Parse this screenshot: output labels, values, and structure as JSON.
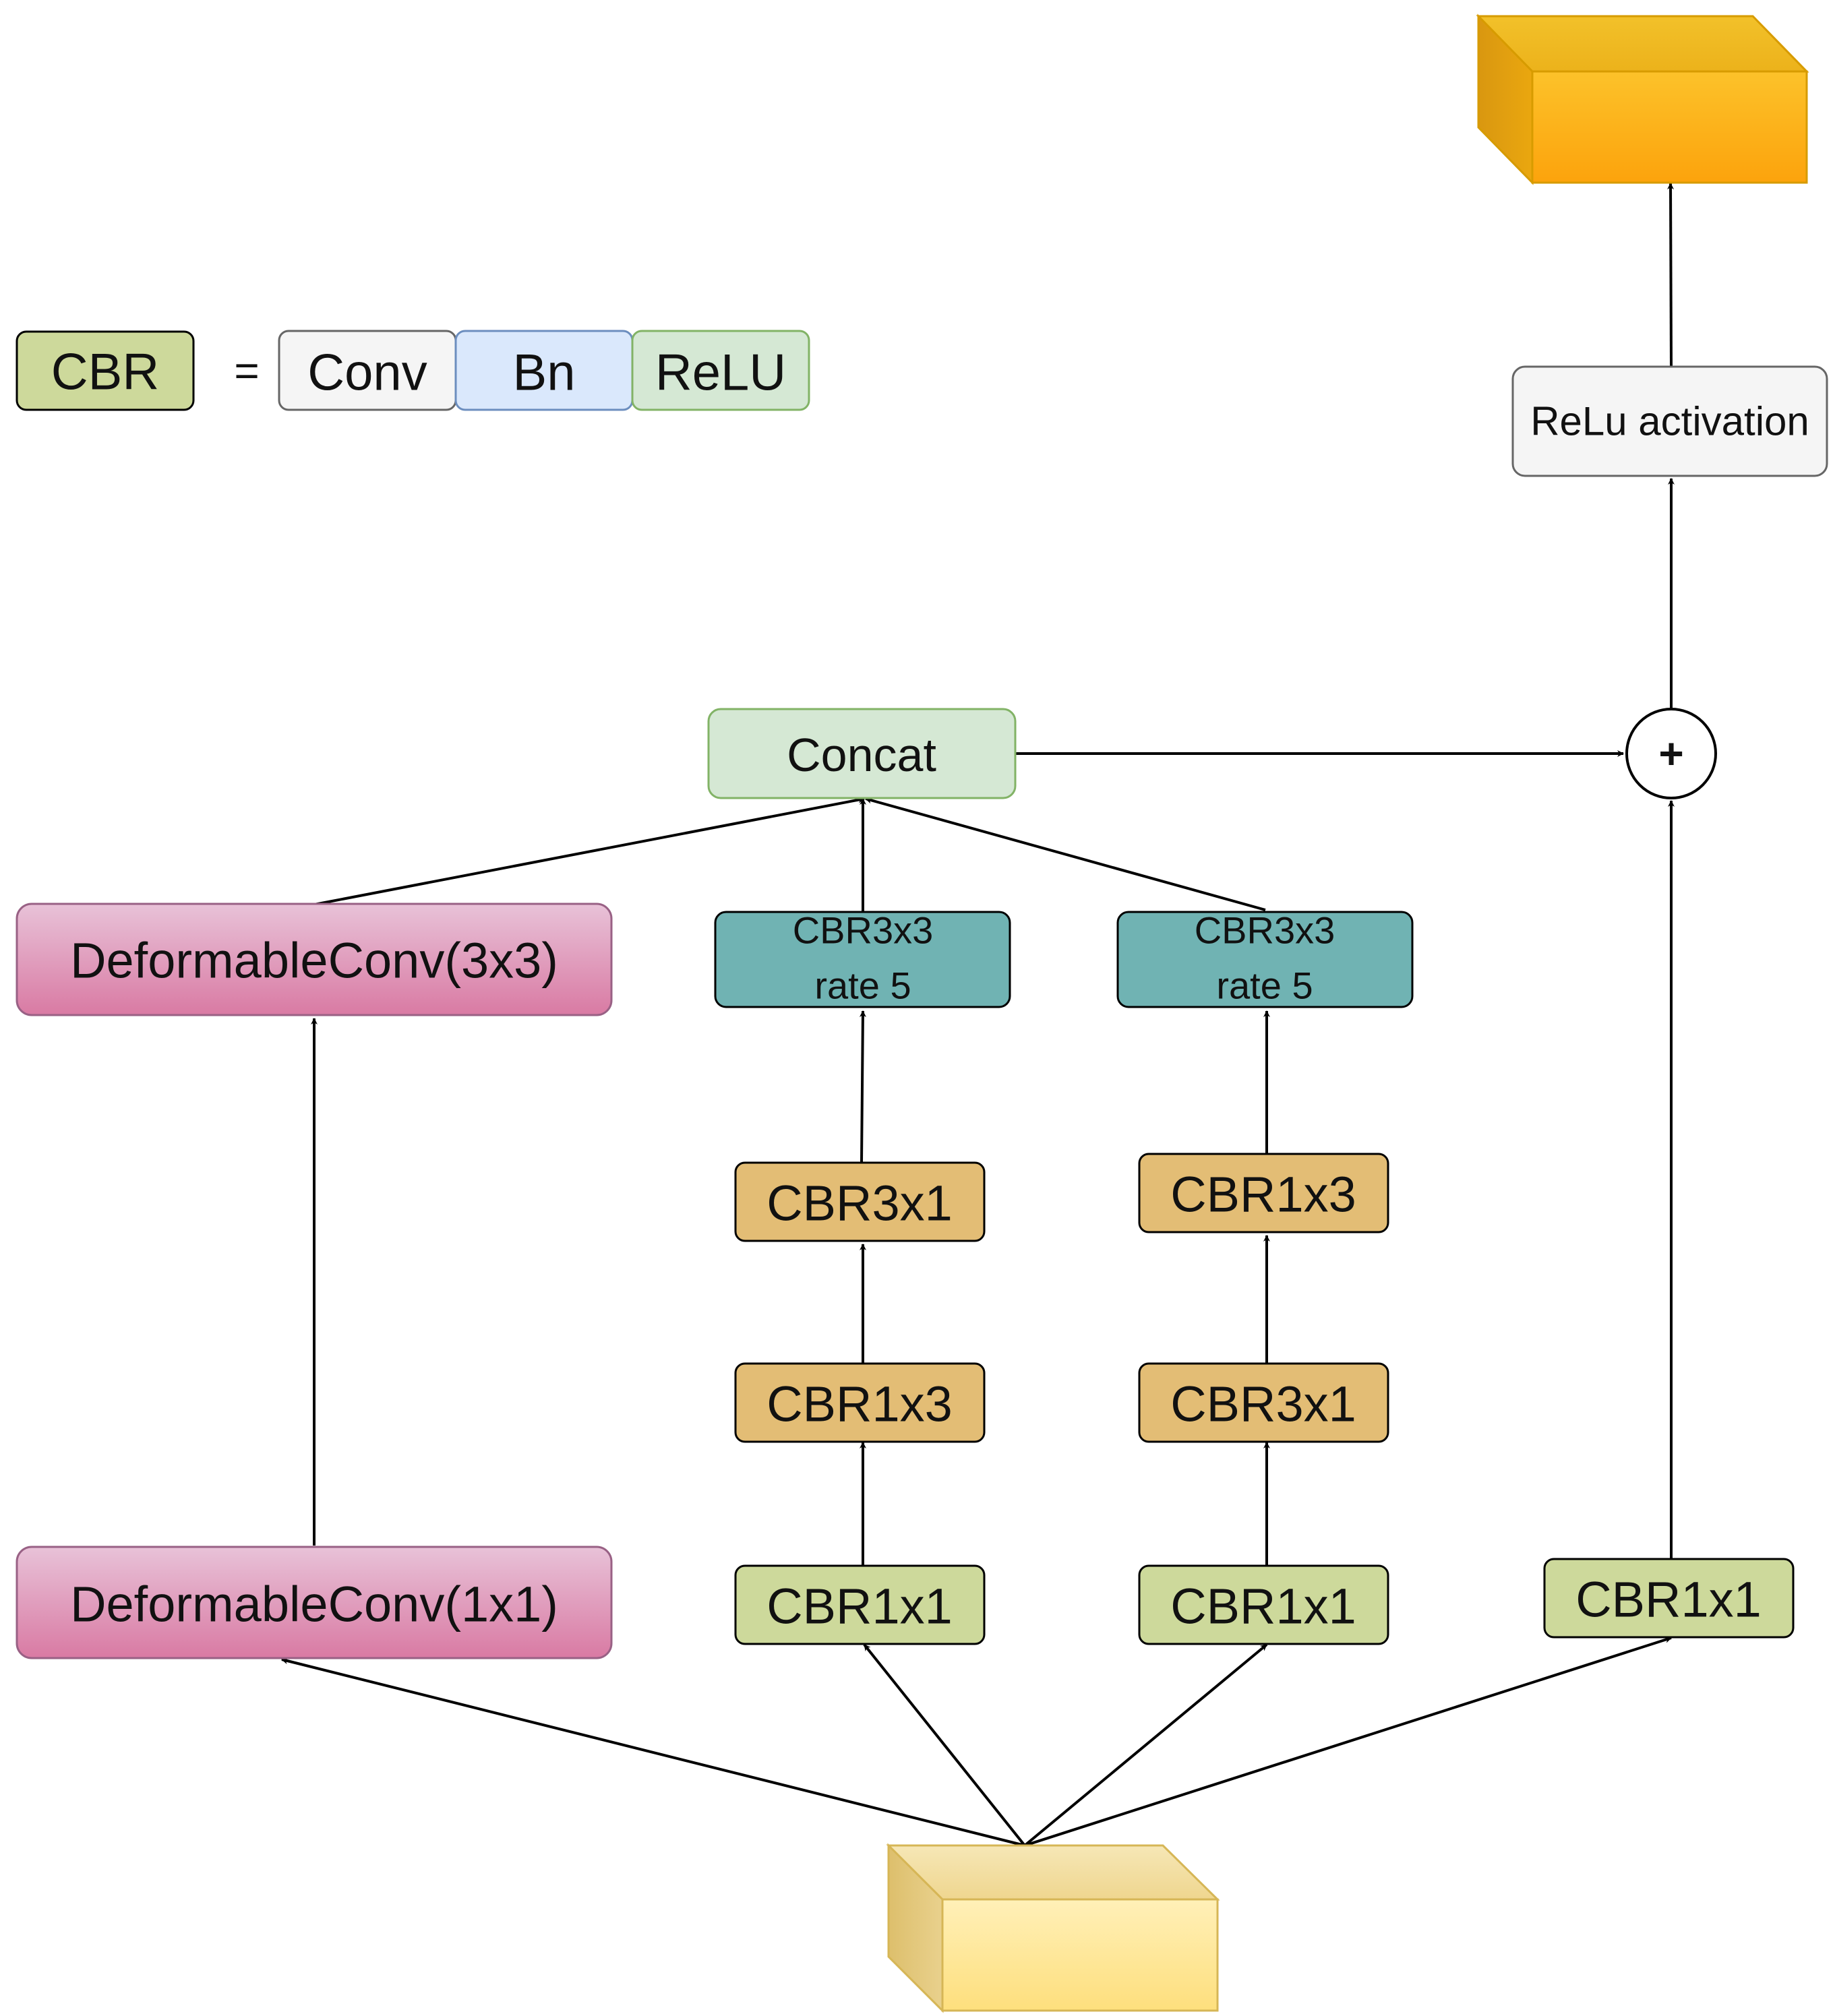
{
  "legend": {
    "cbr": "CBR",
    "equals": "=",
    "conv": "Conv",
    "bn": "Bn",
    "relu": "ReLU"
  },
  "nodes": {
    "concat": "Concat",
    "deform_3x3": "DeformableConv(3x3)",
    "deform_1x1": "DeformableConv(1x1)",
    "b2_dilated_line1": "CBR3x3",
    "b2_dilated_line2": "rate 5",
    "b2_cbr3x1": "CBR3x1",
    "b2_cbr1x3": "CBR1x3",
    "b2_cbr1x1": "CBR1x1",
    "b3_dilated_line1": "CBR3x3",
    "b3_dilated_line2": "rate 5",
    "b3_cbr1x3": "CBR1x3",
    "b3_cbr3x1": "CBR3x1",
    "b3_cbr1x1": "CBR1x1",
    "shortcut_cbr1x1": "CBR1x1",
    "plus": "+",
    "relu_activation": "ReLu activation"
  },
  "colors": {
    "cbr_green": "#cdd99b",
    "conv_gray": "#f5f5f5",
    "bn_blue": "#dae8fc",
    "relu_green": "#d5e8d4",
    "deform_pink": "#e07fa8",
    "dilated_teal": "#70b3b3",
    "asym_orange": "#e3bd75",
    "input_yellow": "#fde38f",
    "output_orange": "#fba716"
  }
}
